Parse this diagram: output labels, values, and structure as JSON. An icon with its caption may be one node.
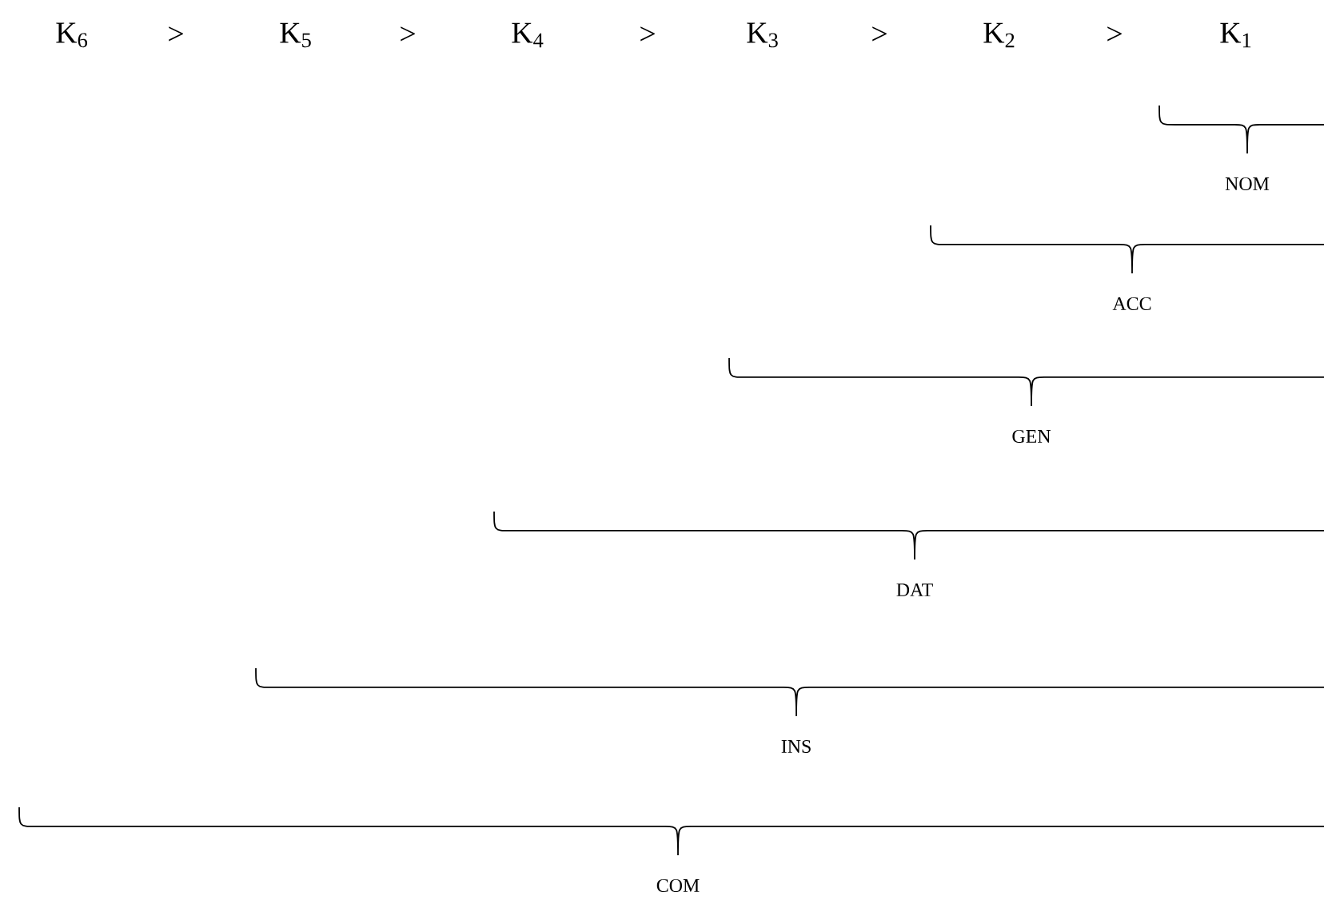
{
  "diagram": {
    "labels": [
      "K$_{6}$",
      ">",
      "K$_{5}$",
      ">",
      "K$_{4}$",
      ">",
      "K$_{3}$",
      ">",
      "K$_{2}$",
      ">",
      "K$_{1}$",
      "NOM",
      "ACC",
      "GEN",
      "DAT",
      "INS",
      "COM"
    ]
  }
}
